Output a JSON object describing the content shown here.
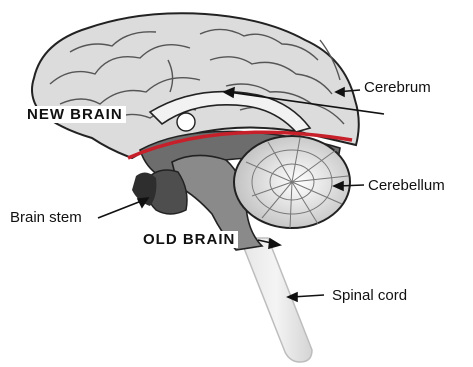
{
  "labels": {
    "cerebrum": "Cerebrum",
    "cerebellum": "Cerebellum",
    "brain_stem": "Brain stem",
    "spinal_cord": "Spinal cord",
    "new_brain": "NEW BRAIN",
    "old_brain": "OLD BRAIN"
  },
  "colors": {
    "divider_line": "#c8202a",
    "cortex": "#d9d9d9",
    "outline": "#222222"
  }
}
